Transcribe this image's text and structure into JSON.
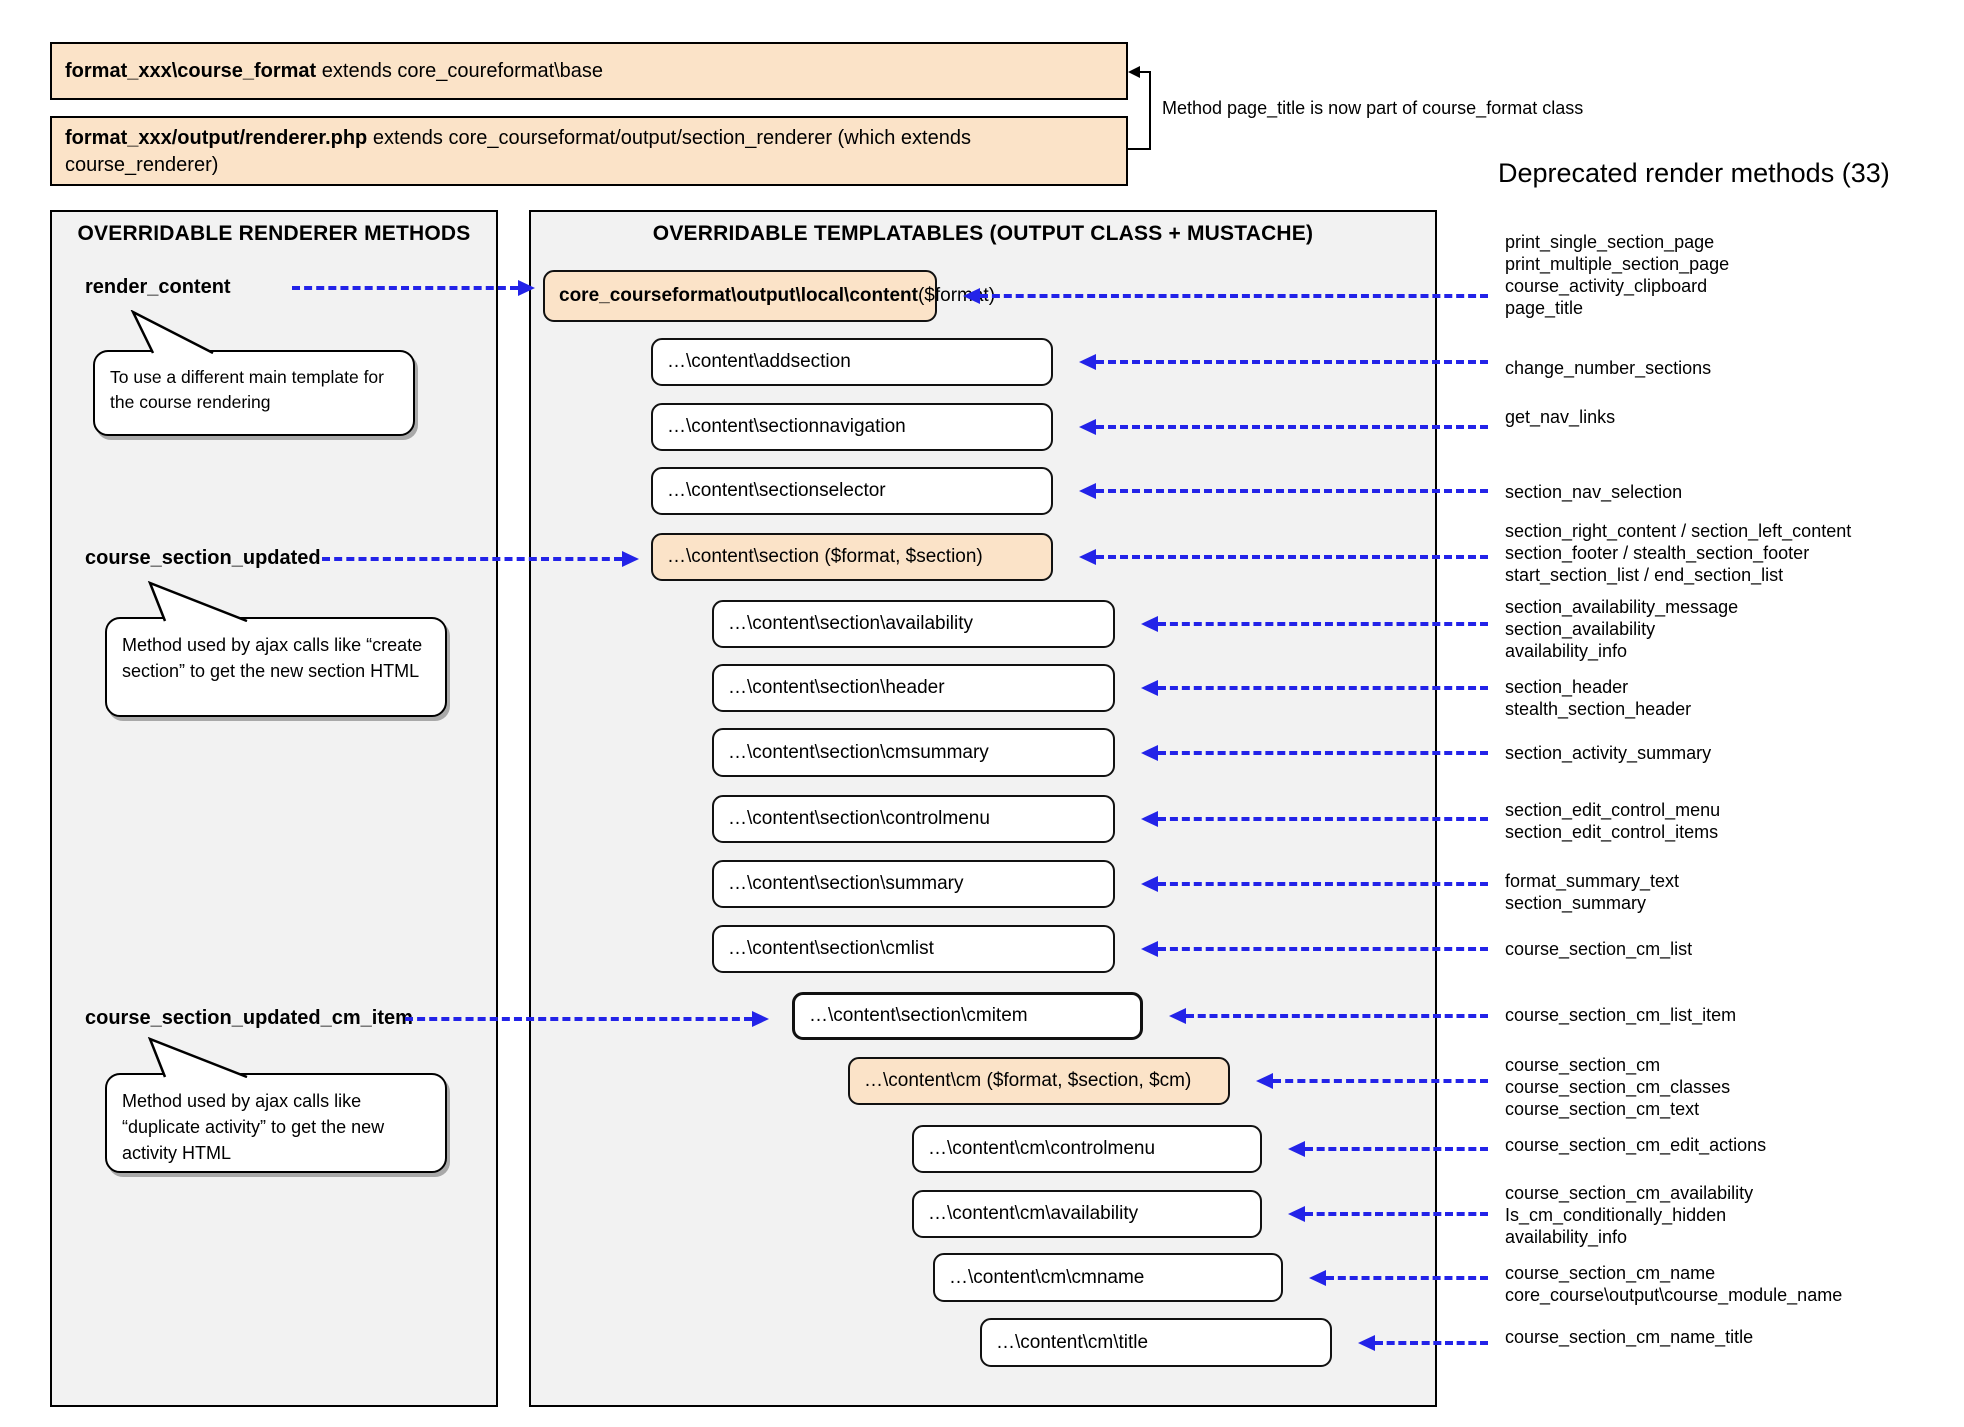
{
  "top": {
    "box1_bold": "format_xxx\\course_format",
    "box1_rest": " extends core_coureformat\\base",
    "box2_bold": "format_xxx/output/renderer.php",
    "box2_rest": " extends core_courseformat/output/section_renderer (which extends course_renderer)",
    "note": "Method page_title is now part of course_format class"
  },
  "left_panel": {
    "title": "OVERRIDABLE RENDERER METHODS",
    "methods": [
      {
        "label": "render_content",
        "note": "To use a different main template for the course rendering"
      },
      {
        "label": "course_section_updated",
        "note": "Method used by ajax calls like “create section” to get the new section HTML"
      },
      {
        "label": "course_section_updated_cm_item",
        "note": "Method used by ajax calls like “duplicate activity” to get the new activity HTML"
      }
    ]
  },
  "middle_panel": {
    "title": "OVERRIDABLE TEMPLATABLES (OUTPUT CLASS + MUSTACHE)",
    "boxes": [
      {
        "bold": "core_courseformat\\output\\local\\content",
        "rest": " ($format)"
      },
      {
        "text": "…\\content\\addsection"
      },
      {
        "text": "…\\content\\sectionnavigation"
      },
      {
        "text": "…\\content\\sectionselector"
      },
      {
        "text": "…\\content\\section ($format, $section)"
      },
      {
        "text": "…\\content\\section\\availability"
      },
      {
        "text": "…\\content\\section\\header"
      },
      {
        "text": "…\\content\\section\\cmsummary"
      },
      {
        "text": "…\\content\\section\\controlmenu"
      },
      {
        "text": "…\\content\\section\\summary"
      },
      {
        "text": "…\\content\\section\\cmlist"
      },
      {
        "text": "…\\content\\section\\cmitem"
      },
      {
        "text": "…\\content\\cm ($format, $section, $cm)"
      },
      {
        "text": "…\\content\\cm\\controlmenu"
      },
      {
        "text": "…\\content\\cm\\availability"
      },
      {
        "text": "…\\content\\cm\\cmname"
      },
      {
        "text": "…\\content\\cm\\title"
      }
    ]
  },
  "deprecated": {
    "heading": "Deprecated render methods (33)",
    "groups": [
      [
        "print_single_section_page",
        "print_multiple_section_page",
        "course_activity_clipboard",
        "page_title"
      ],
      [
        "change_number_sections"
      ],
      [
        "get_nav_links"
      ],
      [
        "section_nav_selection"
      ],
      [
        "section_right_content / section_left_content",
        "section_footer / stealth_section_footer",
        "start_section_list / end_section_list"
      ],
      [
        "section_availability_message",
        "section_availability",
        "availability_info"
      ],
      [
        "section_header",
        "stealth_section_header"
      ],
      [
        "section_activity_summary"
      ],
      [
        "section_edit_control_menu",
        "section_edit_control_items"
      ],
      [
        "format_summary_text",
        "section_summary"
      ],
      [
        "course_section_cm_list"
      ],
      [
        "course_section_cm_list_item"
      ],
      [
        "course_section_cm",
        "course_section_cm_classes",
        "course_section_cm_text"
      ],
      [
        "course_section_cm_edit_actions"
      ],
      [
        "course_section_cm_availability",
        "Is_cm_conditionally_hidden",
        "availability_info"
      ],
      [
        "course_section_cm_name",
        "core_course\\output\\course_module_name"
      ],
      [
        "course_section_cm_name_title"
      ]
    ]
  },
  "colors": {
    "accent_orange": "#fbe3c8",
    "arrow_blue": "#2323e8",
    "panel_gray": "#f2f2f2"
  }
}
